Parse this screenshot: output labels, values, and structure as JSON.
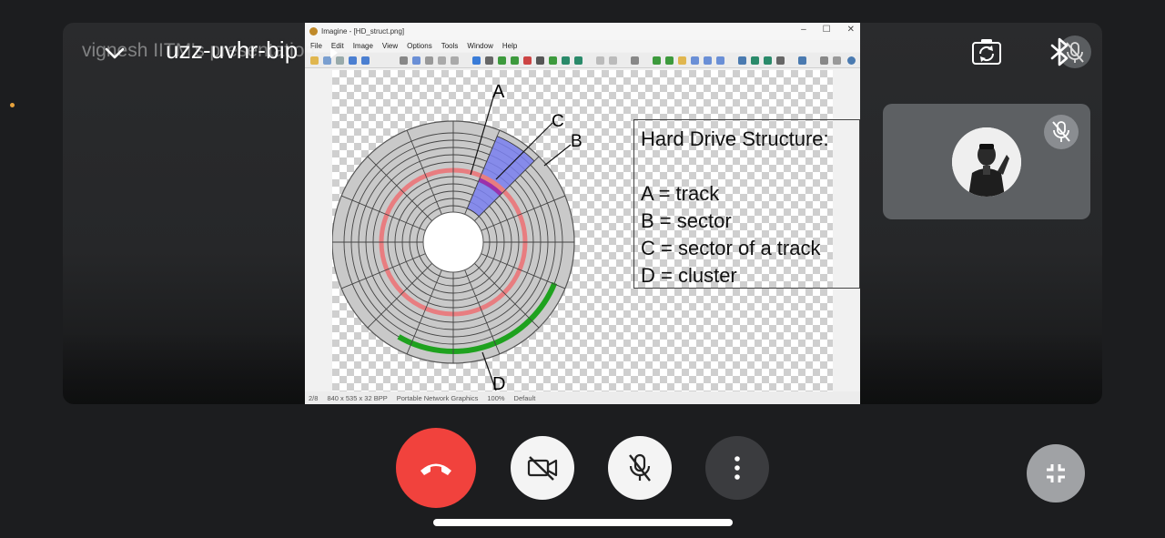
{
  "call": {
    "meeting_code": "uzz-uvhr-bip",
    "presenter_name": "vignesh IITM's presentation"
  },
  "shared_window": {
    "title": "Imagine - [HD_struct.png]",
    "menus": [
      "File",
      "Edit",
      "Image",
      "View",
      "Options",
      "Tools",
      "Window",
      "Help"
    ],
    "status": {
      "page": "2/8",
      "dimensions": "840 x 535 x 32 BPP",
      "format": "Portable Network Graphics",
      "zoom": "100%",
      "mode": "Default"
    }
  },
  "slide": {
    "heading": "Hard Drive Structure:",
    "legend": [
      "A = track",
      "B = sector",
      "C = sector of a track",
      "D = cluster"
    ],
    "diagram_labels": {
      "a": "A",
      "b": "B",
      "c": "C",
      "d": "D"
    }
  },
  "icons": {
    "collapse": "chevron-down-icon",
    "expand": "play-triangle-icon",
    "switch_camera": "camera-switch-icon",
    "bluetooth": "bluetooth-icon",
    "self_mic": "mic-off-icon",
    "tile_mic": "mic-off-icon",
    "end_call": "phone-hangup-icon",
    "camera": "video-off-icon",
    "mic": "mic-off-icon",
    "more": "more-vertical-icon",
    "minimize": "minimize-icon"
  },
  "colors": {
    "end_call": "#f1423d",
    "control_light": "#f4f4f4",
    "control_dark": "#3b3c3f",
    "orange_dot": "#e8a33c",
    "track_highlight": "#e87d80",
    "sector_highlight": "#7a80f0",
    "cluster_highlight": "#1fa21f"
  }
}
